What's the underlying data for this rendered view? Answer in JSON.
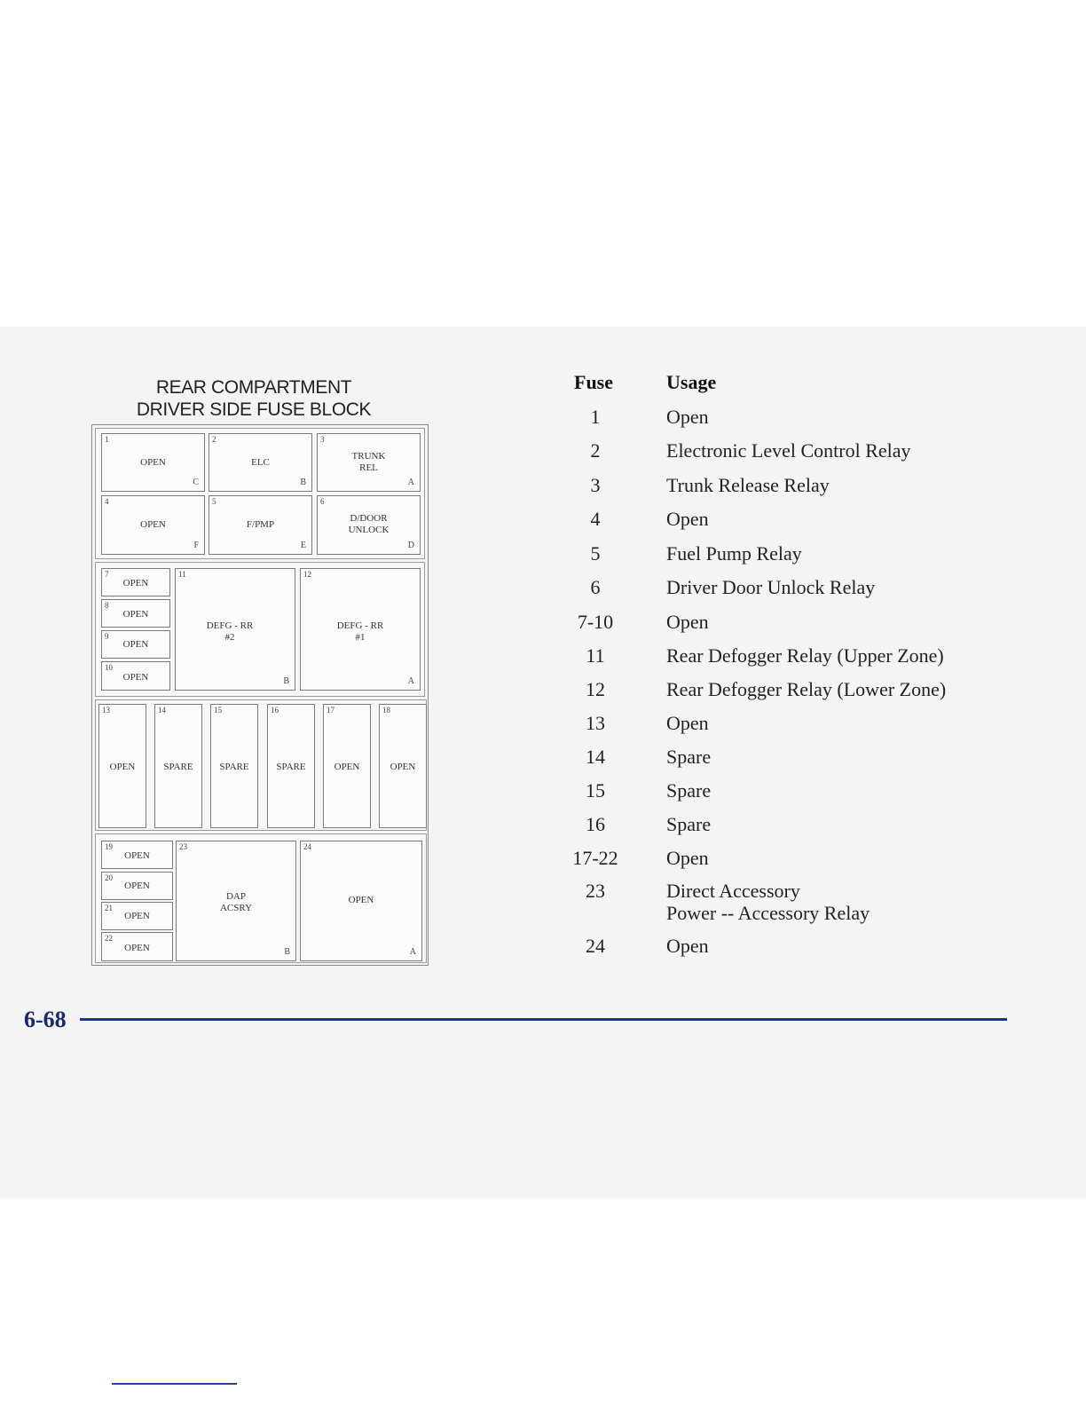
{
  "diagram": {
    "title_line1": "REAR COMPARTMENT",
    "title_line2": "DRIVER SIDE FUSE BLOCK",
    "top_cells": [
      {
        "num": "1",
        "label": "OPEN",
        "letter": "C"
      },
      {
        "num": "2",
        "label": "ELC",
        "letter": "B"
      },
      {
        "num": "3",
        "label": "TRUNK\nREL",
        "letter": "A"
      },
      {
        "num": "4",
        "label": "OPEN",
        "letter": "F"
      },
      {
        "num": "5",
        "label": "F/PMP",
        "letter": "E"
      },
      {
        "num": "6",
        "label": "D/DOOR\nUNLOCK",
        "letter": "D"
      }
    ],
    "mid_small": [
      {
        "num": "7",
        "label": "OPEN"
      },
      {
        "num": "8",
        "label": "OPEN"
      },
      {
        "num": "9",
        "label": "OPEN"
      },
      {
        "num": "10",
        "label": "OPEN"
      }
    ],
    "mid_large": [
      {
        "num": "11",
        "label": "DEFG - RR\n#2",
        "letter": "B"
      },
      {
        "num": "12",
        "label": "DEFG - RR\n#1",
        "letter": "A"
      }
    ],
    "row_fuses": [
      {
        "num": "13",
        "label": "OPEN"
      },
      {
        "num": "14",
        "label": "SPARE"
      },
      {
        "num": "15",
        "label": "SPARE"
      },
      {
        "num": "16",
        "label": "SPARE"
      },
      {
        "num": "17",
        "label": "OPEN"
      },
      {
        "num": "18",
        "label": "OPEN"
      }
    ],
    "bot_small": [
      {
        "num": "19",
        "label": "OPEN"
      },
      {
        "num": "20",
        "label": "OPEN"
      },
      {
        "num": "21",
        "label": "OPEN"
      },
      {
        "num": "22",
        "label": "OPEN"
      }
    ],
    "bot_large": [
      {
        "num": "23",
        "label": "DAP\nACSRY",
        "letter": "B"
      },
      {
        "num": "24",
        "label": "OPEN",
        "letter": "A"
      }
    ]
  },
  "table": {
    "header_fuse": "Fuse",
    "header_usage": "Usage",
    "rows": [
      {
        "fuse": "1",
        "usage": "Open"
      },
      {
        "fuse": "2",
        "usage": "Electronic Level Control Relay"
      },
      {
        "fuse": "3",
        "usage": "Trunk Release Relay"
      },
      {
        "fuse": "4",
        "usage": "Open"
      },
      {
        "fuse": "5",
        "usage": "Fuel Pump Relay"
      },
      {
        "fuse": "6",
        "usage": "Driver Door Unlock Relay"
      },
      {
        "fuse": "7-10",
        "usage": "Open"
      },
      {
        "fuse": "11",
        "usage": "Rear Defogger Relay (Upper Zone)"
      },
      {
        "fuse": "12",
        "usage": "Rear Defogger Relay (Lower Zone)"
      },
      {
        "fuse": "13",
        "usage": "Open"
      },
      {
        "fuse": "14",
        "usage": "Spare"
      },
      {
        "fuse": "15",
        "usage": "Spare"
      },
      {
        "fuse": "16",
        "usage": "Spare"
      },
      {
        "fuse": "17-22",
        "usage": "Open"
      },
      {
        "fuse": "23",
        "usage": "Direct Accessory",
        "usage_line2": "Power -- Accessory Relay"
      },
      {
        "fuse": "24",
        "usage": "Open"
      }
    ]
  },
  "footer": {
    "page_number": "6-68",
    "rule_color": "#1d2f9a"
  }
}
